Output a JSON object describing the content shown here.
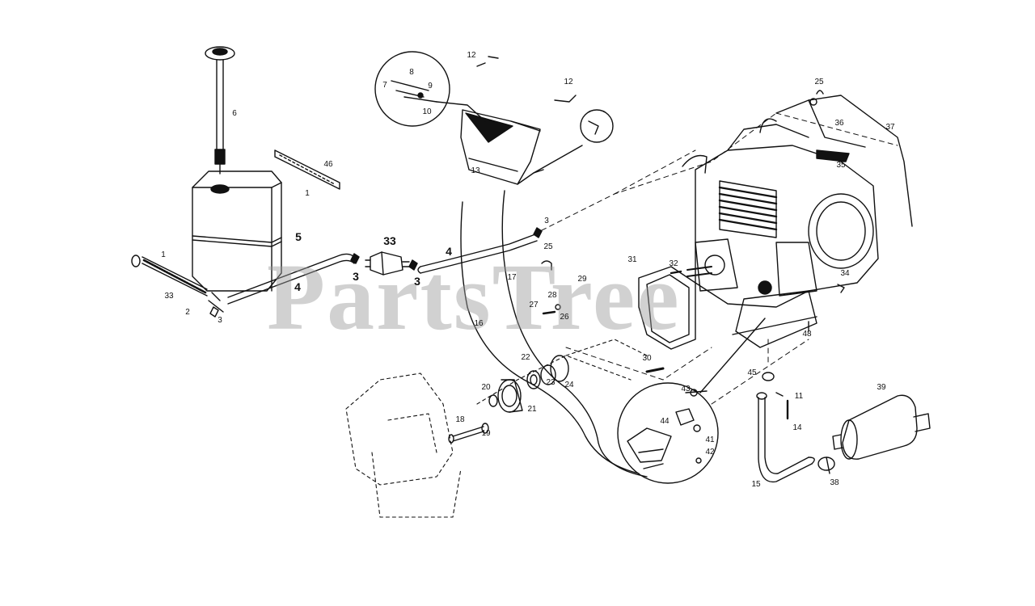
{
  "watermark": "PartsTree",
  "colors": {
    "ink": "#111111",
    "watermark": "#9a9a9a",
    "background": "#ffffff"
  },
  "labels": {
    "l46a": "46",
    "l1a": "1",
    "l6": "6",
    "l5": "5",
    "l1b": "1",
    "l4a": "4",
    "l33a": "33",
    "l2": "2",
    "l3a": "3",
    "l3b": "3",
    "l33b": "33",
    "l3c": "3",
    "l4b": "4",
    "l3d": "3",
    "l12a": "12",
    "l12b": "12",
    "l8": "8",
    "l9": "9",
    "l7": "7",
    "l10": "10",
    "l13": "13",
    "l25a": "25",
    "l17": "17",
    "l16": "16",
    "l28": "28",
    "l27": "27",
    "l29": "29",
    "l26": "26",
    "l22": "22",
    "l20": "20",
    "l23": "23",
    "l24": "24",
    "l21": "21",
    "l18": "18",
    "l19": "19",
    "l31": "31",
    "l32": "32",
    "l30": "30",
    "l25b": "25",
    "l36": "36",
    "l37": "37",
    "l35": "35",
    "l34": "34",
    "l48": "48",
    "l45": "45",
    "l11": "11",
    "l14": "14",
    "l39": "39",
    "l15": "15",
    "l38": "38",
    "l44": "44",
    "l41": "41",
    "l42": "42",
    "l43": "43"
  }
}
